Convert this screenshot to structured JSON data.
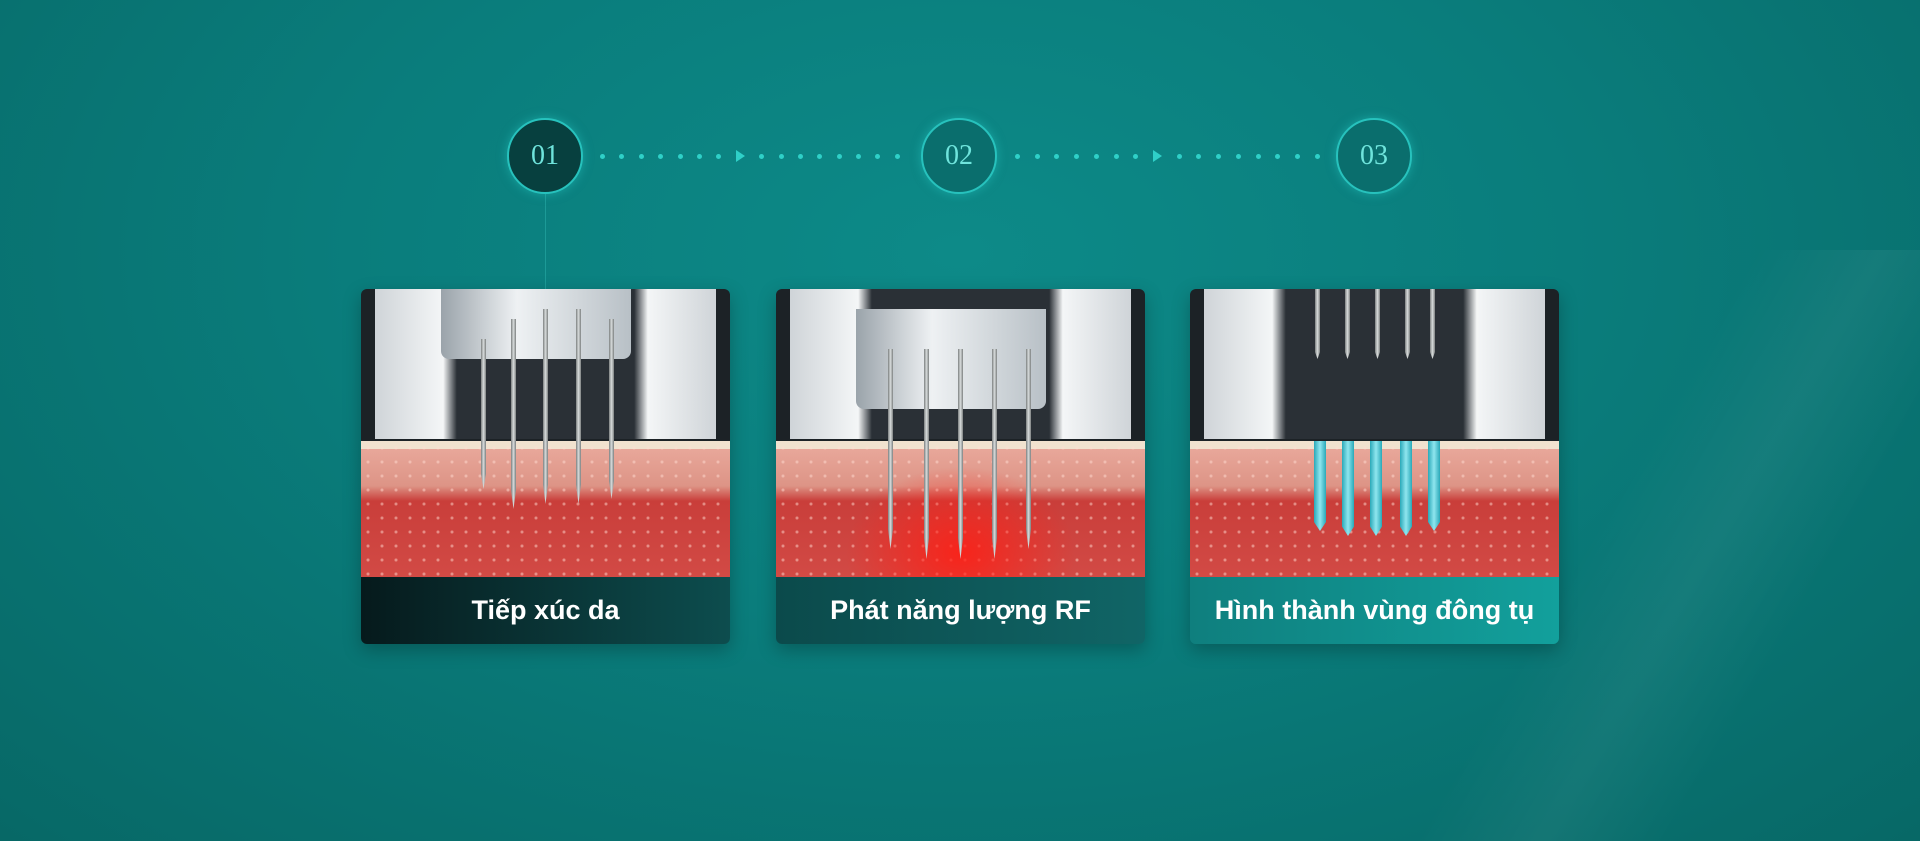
{
  "steps": [
    {
      "number": "01",
      "label": "Tiếp xúc da"
    },
    {
      "number": "02",
      "label": "Phát năng lượng RF"
    },
    {
      "number": "03",
      "label": "Hình thành vùng đông tụ"
    }
  ],
  "colors": {
    "background": "#0a7d7c",
    "accent": "#2fd0c8",
    "rf_heat": "#ff1e14",
    "coagulation": "#2aa9b8"
  }
}
